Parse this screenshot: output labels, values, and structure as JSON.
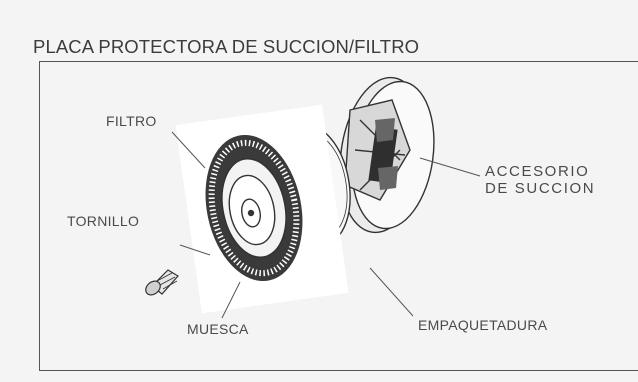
{
  "title": "PLACA PROTECTORA DE SUCCION/FILTRO",
  "labels": {
    "filtro": "FILTRO",
    "tornillo": "TORNILLO",
    "muesca": "MUESCA",
    "accesorio_line1": "ACCESORIO",
    "accesorio_line2": "DE SUCCION",
    "empaquetadura": "EMPAQUETADURA"
  }
}
